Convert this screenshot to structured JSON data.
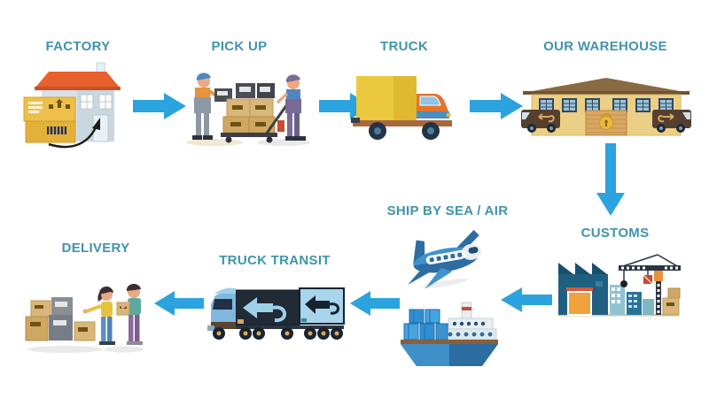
{
  "diagram": {
    "background": "#ffffff",
    "label_color": "#3f94ad",
    "arrow_color": "#2ba3de",
    "stations": [
      {
        "id": "factory",
        "label": "FACTORY"
      },
      {
        "id": "pick-up",
        "label": "PICK UP"
      },
      {
        "id": "truck",
        "label": "TRUCK"
      },
      {
        "id": "our-warehouse",
        "label": "OUR WAREHOUSE"
      },
      {
        "id": "customs",
        "label": "CUSTOMS"
      },
      {
        "id": "ship-by-sea-air",
        "label": "SHIP BY SEA / AIR"
      },
      {
        "id": "truck-transit",
        "label": "TRUCK TRANSIT"
      },
      {
        "id": "delivery",
        "label": "DELIVERY"
      }
    ]
  }
}
